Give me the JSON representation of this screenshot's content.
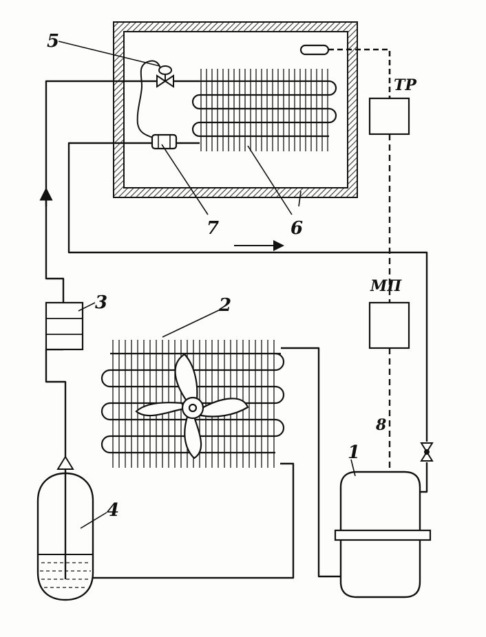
{
  "labels": {
    "compressor": "1",
    "condenser": "2",
    "filter_drier": "3",
    "receiver": "4",
    "expansion_valve": "5",
    "evaporator": "6",
    "heat_exchanger": "7",
    "thermostat": "ТР",
    "motor_starter": "МП",
    "service_valve": "8"
  },
  "colors": {
    "ink": "#111111",
    "insulation": "#444444",
    "paper": "#fdfdfb"
  }
}
